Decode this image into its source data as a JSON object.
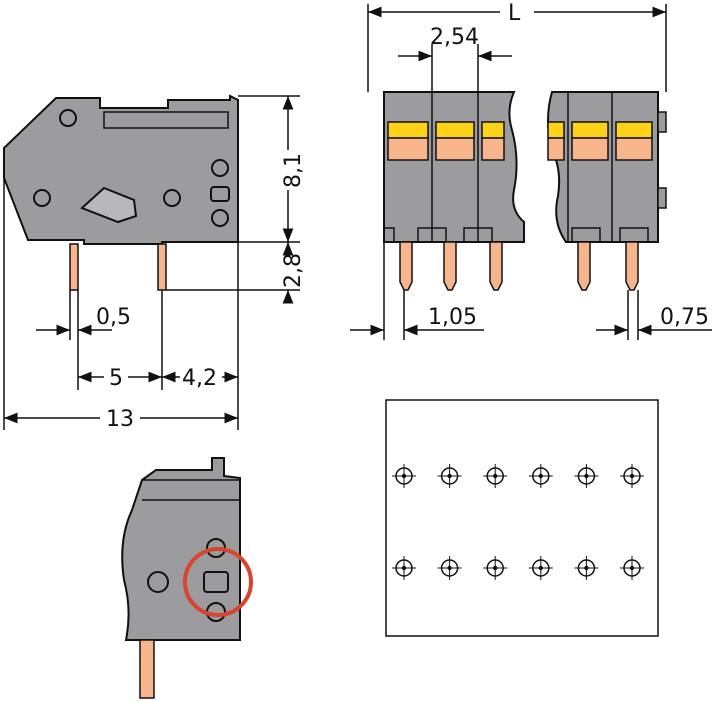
{
  "dimensions": {
    "width_total": "13",
    "pin_pitch_side": "5",
    "rear_offset": "4,2",
    "pin_thickness_side": "0,5",
    "body_height": "8,1",
    "pin_length": "2,8",
    "pitch_front": "2,54",
    "length": "L",
    "pin_width_front": "1,05",
    "pin_tip_front": "0,75"
  },
  "pcb_layout": {
    "rows": 2,
    "columns": 6
  },
  "colors": {
    "housing": "#9c9c9f",
    "release_button": "#ffd21a",
    "clamp": "#f8b48a",
    "pin": "#f6b58c",
    "highlight_circle": "#d9442c",
    "outline": "#111111"
  }
}
